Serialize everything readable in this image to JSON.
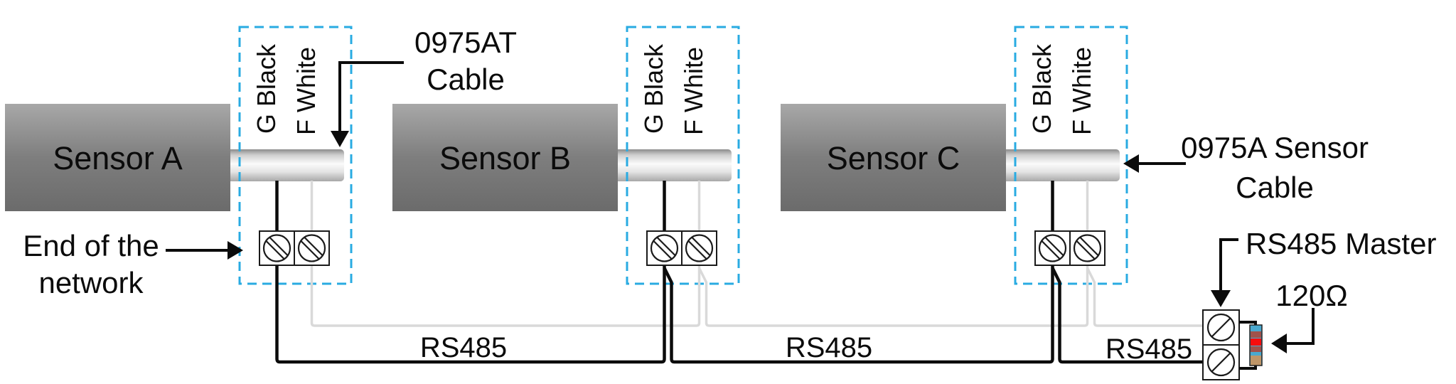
{
  "diagram": {
    "sensors": [
      {
        "label": "Sensor A",
        "pin_g": "G Black",
        "pin_f": "F White"
      },
      {
        "label": "Sensor B",
        "pin_g": "G Black",
        "pin_f": "F White"
      },
      {
        "label": "Sensor C",
        "pin_g": "G Black",
        "pin_f": "F White"
      }
    ],
    "bus_labels": [
      "RS485",
      "RS485",
      "RS485"
    ],
    "callouts": {
      "at_cable_line1": "0975AT",
      "at_cable_line2": "Cable",
      "end_of_network_line1": "End of the",
      "end_of_network_line2": "network",
      "sensor_cable_line1": "0975A Sensor",
      "sensor_cable_line2": "Cable",
      "rs485_master": "RS485 Master",
      "terminator": "120Ω"
    },
    "colors": {
      "dashed_box": "#29abe2",
      "black_wire": "#0b0b0b",
      "white_wire": "#d9d9d9",
      "resistor_body": "#4aa9cf",
      "resistor_band_dark_red": "#a0524b",
      "resistor_band_red": "#f60d0d",
      "resistor_band_tan": "#bf9668"
    }
  }
}
